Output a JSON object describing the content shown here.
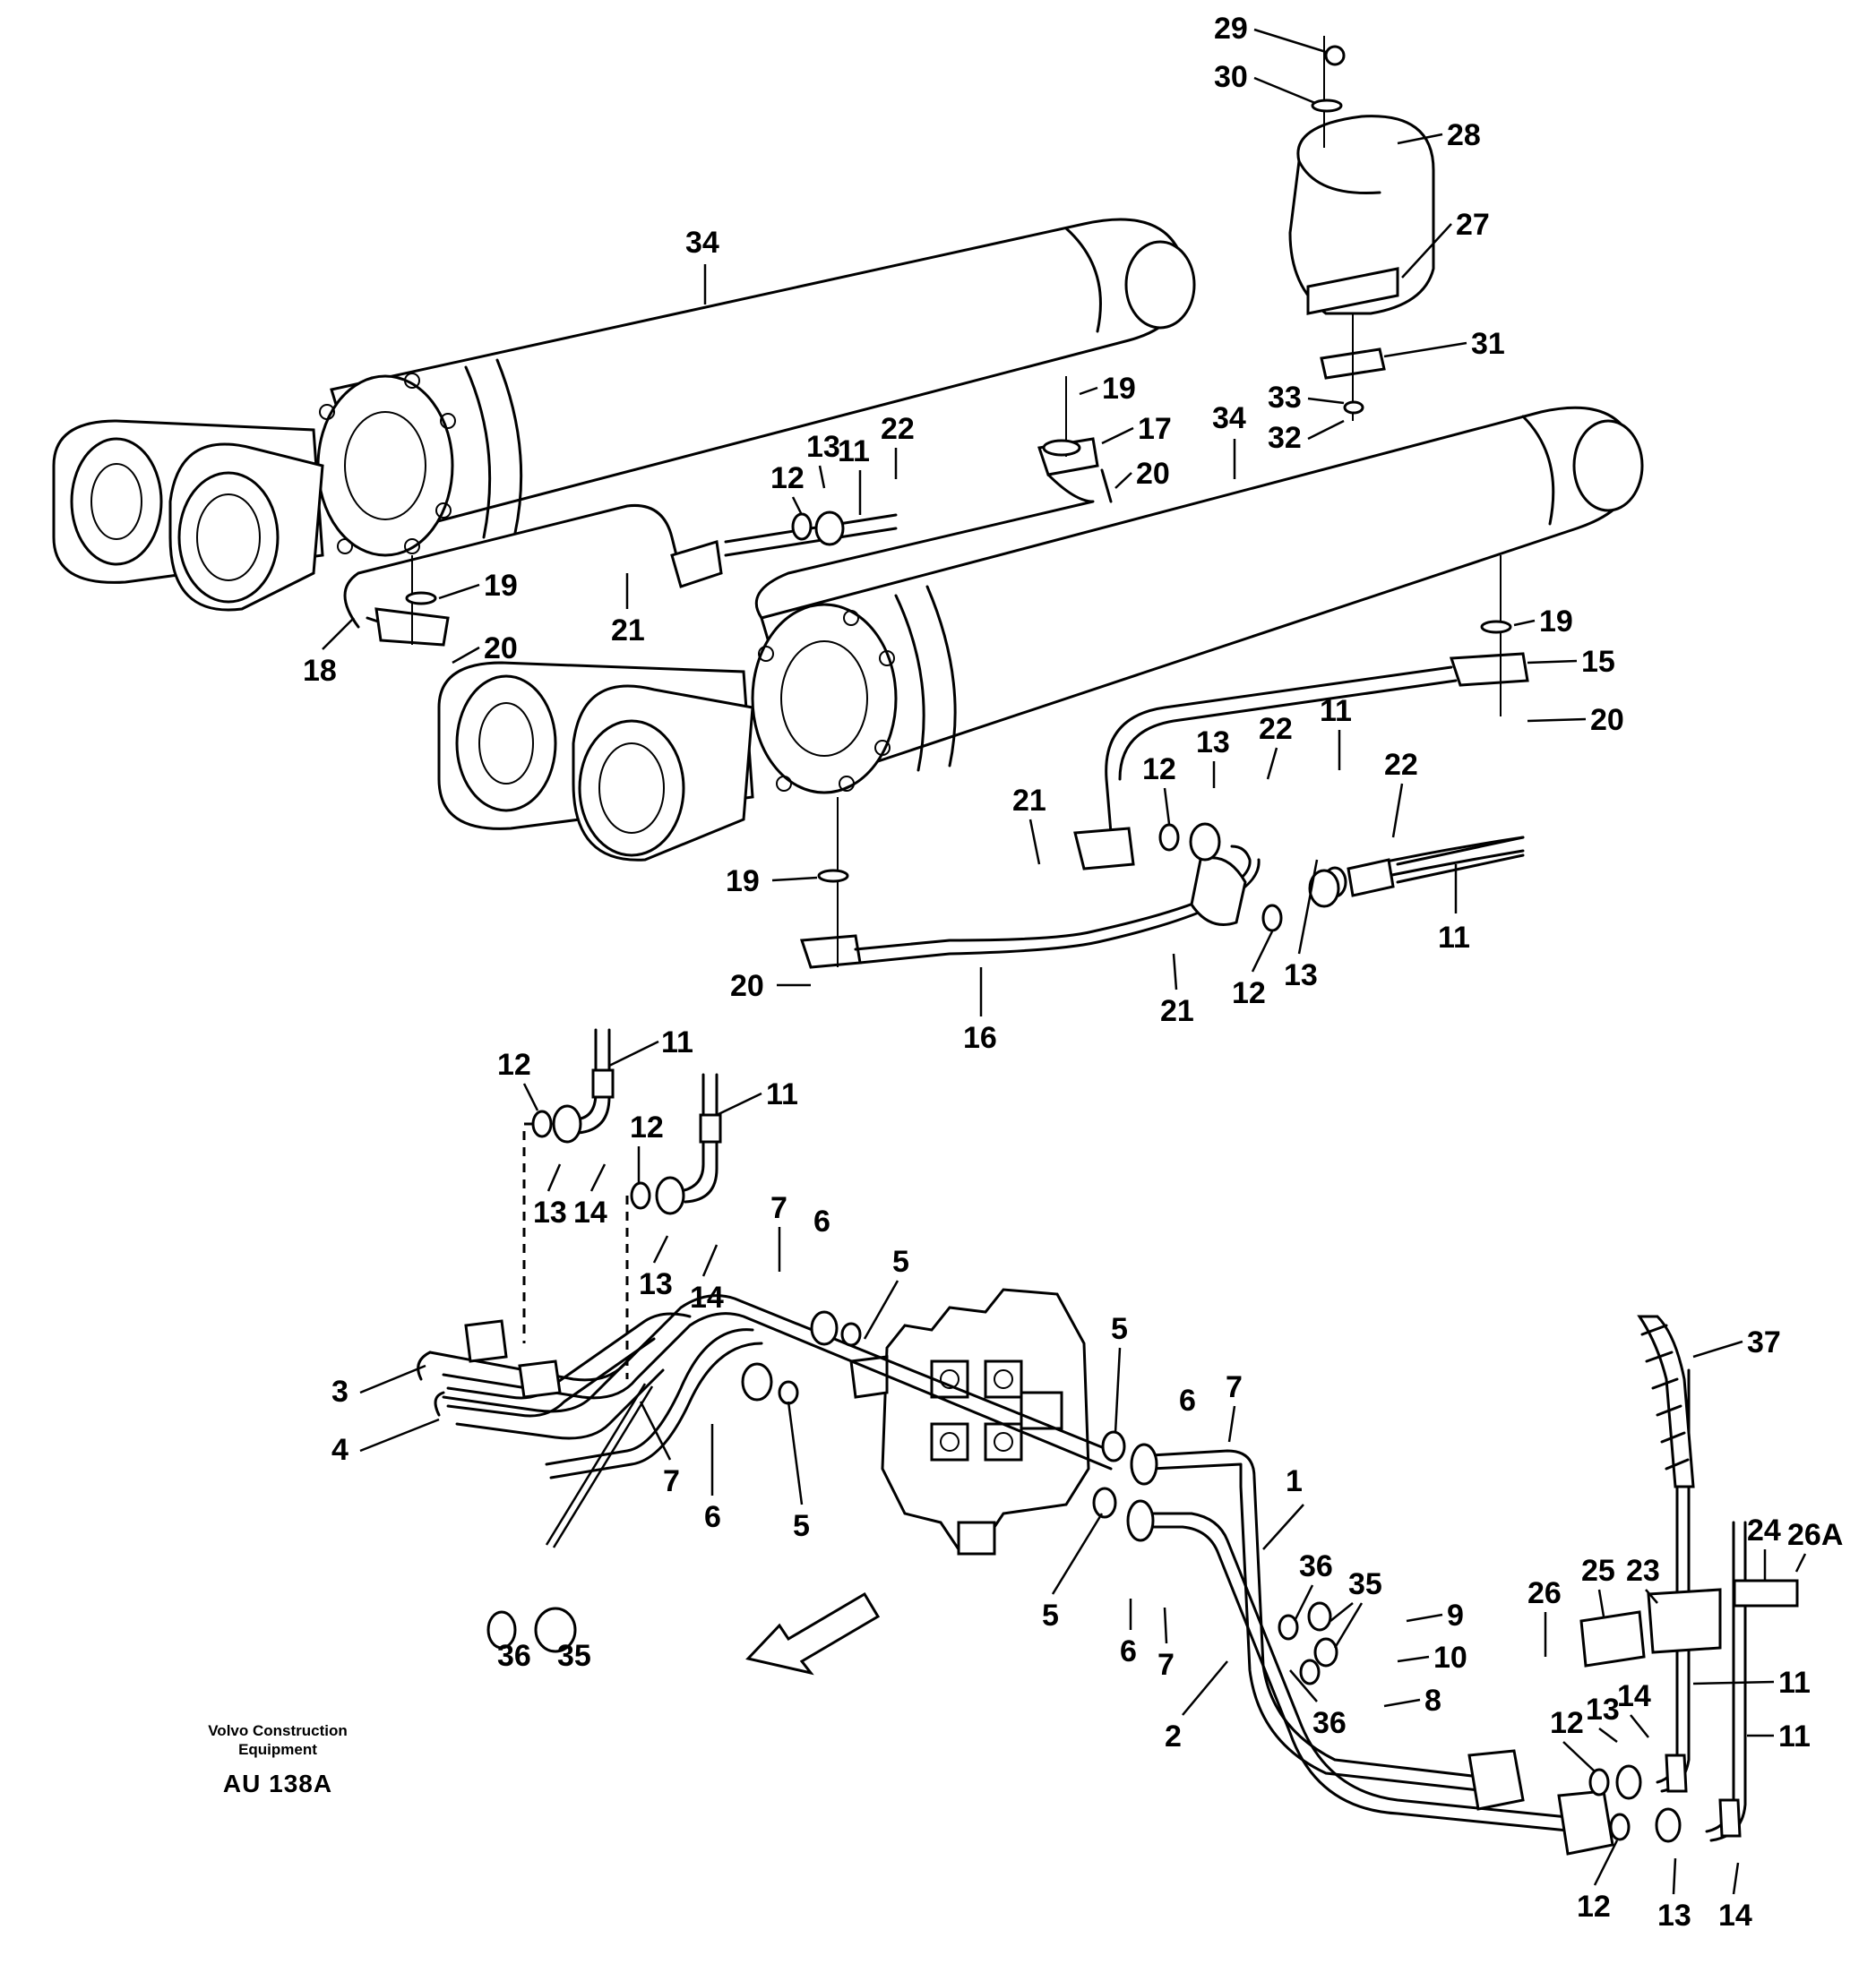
{
  "callouts": {
    "c1": "1",
    "c2": "2",
    "c3": "3",
    "c4": "4",
    "c5a": "5",
    "c5b": "5",
    "c5c": "5",
    "c5d": "5",
    "c6a": "6",
    "c6b": "6",
    "c6c": "6",
    "c6d": "6",
    "c7a": "7",
    "c7b": "7",
    "c7c": "7",
    "c7d": "7",
    "c8": "8",
    "c9": "9",
    "c10": "10",
    "c11a": "11",
    "c11b": "11",
    "c11c": "11",
    "c11d": "11",
    "c11e": "11",
    "c11f": "11",
    "c11g": "11",
    "c12a": "12",
    "c12b": "12",
    "c12c": "12",
    "c12d": "12",
    "c12e": "12",
    "c12f": "12",
    "c12g": "12",
    "c13a": "13",
    "c13b": "13",
    "c13c": "13",
    "c13d": "13",
    "c13e": "13",
    "c13f": "13",
    "c13g": "13",
    "c14a": "14",
    "c14b": "14",
    "c14c": "14",
    "c14d": "14",
    "c15": "15",
    "c16": "16",
    "c17": "17",
    "c18": "18",
    "c19a": "19",
    "c19b": "19",
    "c19c": "19",
    "c19d": "19",
    "c20a": "20",
    "c20b": "20",
    "c20c": "20",
    "c20d": "20",
    "c21a": "21",
    "c21b": "21",
    "c21c": "21",
    "c22a": "22",
    "c22b": "22",
    "c22c": "22",
    "c23": "23",
    "c24": "24",
    "c25": "25",
    "c26": "26",
    "c26A": "26A",
    "c27": "27",
    "c28": "28",
    "c29": "29",
    "c30": "30",
    "c31": "31",
    "c32": "32",
    "c33": "33",
    "c34a": "34",
    "c34b": "34",
    "c35a": "35",
    "c35b": "35",
    "c36a": "36",
    "c36b": "36",
    "c36c": "36",
    "c37": "37"
  },
  "credit": {
    "maker_line1": "Volvo Construction",
    "maker_line2": "Equipment",
    "drawing_code": "AU 138A"
  }
}
